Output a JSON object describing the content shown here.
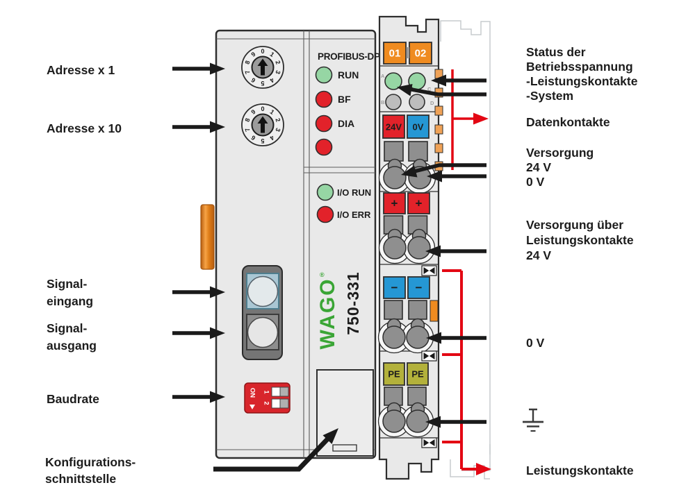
{
  "left_labels": [
    {
      "id": "adresse-x1",
      "lines": [
        "Adresse x 1"
      ]
    },
    {
      "id": "adresse-x10",
      "lines": [
        "Adresse x 10"
      ]
    },
    {
      "id": "signal-eingang",
      "lines": [
        "Signal-",
        "eingang"
      ]
    },
    {
      "id": "signal-ausgang",
      "lines": [
        "Signal-",
        "ausgang"
      ]
    },
    {
      "id": "baudrate",
      "lines": [
        "Baudrate"
      ]
    },
    {
      "id": "konfigurationsschnittstelle",
      "lines": [
        "Konfigurations-",
        "schnittstelle"
      ]
    }
  ],
  "right_labels": [
    {
      "id": "status",
      "lines": [
        "Status der",
        "Betriebsspannung",
        "-Leistungskontakte",
        "-System"
      ]
    },
    {
      "id": "datenkontakte",
      "lines": [
        "Datenkontakte"
      ]
    },
    {
      "id": "versorgung",
      "lines": [
        "Versorgung",
        "24 V",
        "0 V"
      ]
    },
    {
      "id": "versorgung-leistungskontakte",
      "lines": [
        "Versorgung über",
        "Leistungskontakte",
        "24 V"
      ]
    },
    {
      "id": "null-volt",
      "lines": [
        "0 V"
      ]
    },
    {
      "id": "leistungskontakte",
      "lines": [
        "Leistungskontakte"
      ]
    }
  ],
  "coupler": {
    "fieldbus": "PROFIBUS-DP",
    "bus_leds": [
      {
        "label": "RUN",
        "color": "green"
      },
      {
        "label": "BF",
        "color": "red"
      },
      {
        "label": "DIA",
        "color": "red"
      },
      {
        "label": "",
        "color": "red"
      }
    ],
    "io_leds": [
      {
        "label": "I/O RUN",
        "color": "green"
      },
      {
        "label": "I/O ERR",
        "color": "red"
      }
    ],
    "brand": "WAGO",
    "brand_mark": "®",
    "model": "750-331",
    "rotary_digits": [
      "0",
      "1",
      "2",
      "3",
      "4",
      "5",
      "6",
      "7",
      "8",
      "9"
    ],
    "dip": {
      "on_label": "ON",
      "row_numbers": [
        "1",
        "2"
      ]
    }
  },
  "module": {
    "channels": [
      "01",
      "02"
    ],
    "led_letters": [
      "A",
      "B",
      "C",
      "D"
    ],
    "terminals": {
      "v24": "24V",
      "v0": "0V",
      "plus": "+",
      "minus": "−",
      "pe": "PE"
    }
  },
  "colors": {
    "wago_green": "#3aa535",
    "orange": "#ef8b20",
    "terminal_red": "#e2222a",
    "line_red": "#e30613",
    "terminal_blue": "#2597d4",
    "pe_olive": "#b3b13b",
    "led_green": "#96d6a4",
    "led_gray": "#bdbdbd",
    "body_gray": "#e9e9e9",
    "arrow_black": "#1a1a1a"
  }
}
